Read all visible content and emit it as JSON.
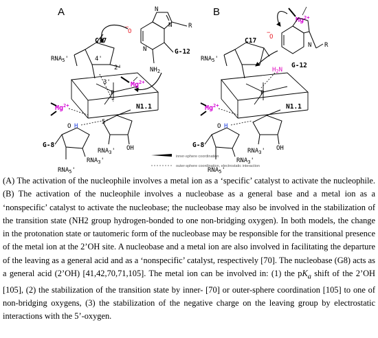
{
  "panels": {
    "a": {
      "letter": "A",
      "c17": "C17",
      "g12": "G-12",
      "n1_1": "N1.1",
      "g8": "G-8",
      "mg": "Mg",
      "mg_charge": "2+",
      "o_minus": "O",
      "nh2": "NH",
      "nh2_sub": "2",
      "rna5_top": "RNA",
      "rna5_top_sub": "5",
      "rna3": "RNA",
      "rna3_sub": "3",
      "rna3_b": "RNA",
      "rna3_b_sub": "3",
      "rna5_bot": "RNA",
      "rna5_bot_sub": "5",
      "p": "P",
      "o4": "4'",
      "o2": "2'",
      "o3": "3'",
      "o5": "5'",
      "h": "H",
      "n_r": "N",
      "r": "R",
      "oh": "OH",
      "o_top": "O",
      "o_bot": "O"
    },
    "b": {
      "letter": "B",
      "c17": "C17",
      "g12": "G-12",
      "n1_1": "N1.1",
      "g8": "G-8",
      "mg": "Mg",
      "mg_charge": "2+",
      "o_minus": "O",
      "h2n": "H",
      "h2n_sub": "2",
      "h2n_n": "N",
      "rna5_top": "RNA",
      "rna5_top_sub": "5",
      "rna3": "RNA",
      "rna3_sub": "3",
      "rna5_bot": "RNA",
      "rna5_bot_sub": "5",
      "p": "P",
      "h": "H",
      "oh": "OH"
    }
  },
  "legend": {
    "inner": "inner-sphere coordination",
    "outer": "outer-sphere coordination, electrostatic interaction"
  },
  "caption": {
    "p1": "(A) The activation of the nucleophile involves a metal ion as a ‘specific’ catalyst to activate the nucleophile. (B) The activation of the nucleophile involves a nucleobase as a general base and a metal ion as a ‘nonspecific’ catalyst to activate the nucleobase; the nucleobase may also be involved in the stabilization of the transition state (NH2 group hydrogen-bonded to one non-bridging oxygen). In both models, the change in the protonation state or tautomeric form of the nucleobase may be responsible for the transitional presence of the metal ion at the 2’OH site. A nucleobase and a metal ion are also involved in facilitating the departure of the leaving as a general acid and as a ‘nonspecific’ catalyst, respectively [70]. The nucleobase (G8) acts as a general acid (2’OH) [41,42,70,71,105]. The metal ion can be involved in: (1) the p",
    "pk_k": "K",
    "pk_a": "a",
    "p2": " shift of the 2’OH [105], (2) the stabilization of the transition state by inner- [70] or outer-sphere coordination [105] to one of non-bridging oxygens, (3) the stabilization of the negative charge on the leaving group by electrostatic interactions with the 5’-oxygen."
  }
}
